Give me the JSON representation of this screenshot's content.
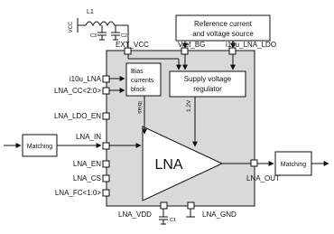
{
  "colors": {
    "chip_fill": "#d9d9d9",
    "line": "#111111",
    "box_fill": "#ffffff"
  },
  "supply": {
    "inductor": "L1",
    "vcc": "VCC",
    "cap_left": "C3",
    "cap_right": "C2"
  },
  "pins": {
    "ext_vcc": "EXT_VCC",
    "vref_bg": "Vref_BG",
    "i10u_lna_ldo": "i10u_LNA_LDO",
    "i10u_lna": "i10u_LNA",
    "lna_cc": "LNA_CC<2:0>",
    "lna_ldo_en": "LNA_LDO_EN",
    "lna_in": "LNA_IN",
    "lna_en": "LNA_EN",
    "lna_cs": "LNA_CS",
    "lna_fc": "LNA_FC<1:0>",
    "lna_out": "LNA_OUT",
    "lna_vdd": "LNA_VDD",
    "lna_gnd": "LNA_GND",
    "c1": "C1"
  },
  "blocks": {
    "reference": [
      "Reference current",
      "and voltage source"
    ],
    "bias": [
      "Bias",
      "currents",
      "block"
    ],
    "supply_reg": [
      "Supply voltage",
      "regulator"
    ],
    "lna": "LNA",
    "matching_in": "Matching",
    "matching_out": "Matching"
  },
  "signals": {
    "ibias": "Ibias",
    "v12": "1.2V"
  }
}
